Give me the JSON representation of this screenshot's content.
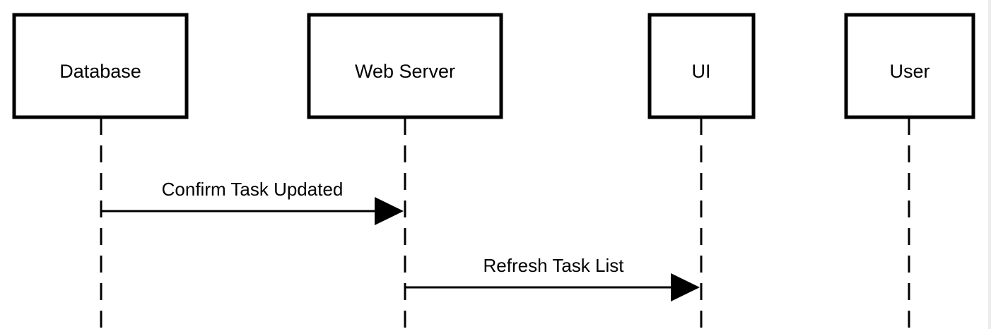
{
  "diagram": {
    "type": "sequence",
    "participants": [
      {
        "name": "Database"
      },
      {
        "name": "Web Server"
      },
      {
        "name": "UI"
      },
      {
        "name": "User"
      }
    ],
    "messages": [
      {
        "from": "Database",
        "to": "Web Server",
        "label": "Confirm Task Updated"
      },
      {
        "from": "Web Server",
        "to": "UI",
        "label": "Refresh Task List"
      }
    ]
  },
  "colors": {
    "stroke": "#000000",
    "background": "#ffffff"
  }
}
